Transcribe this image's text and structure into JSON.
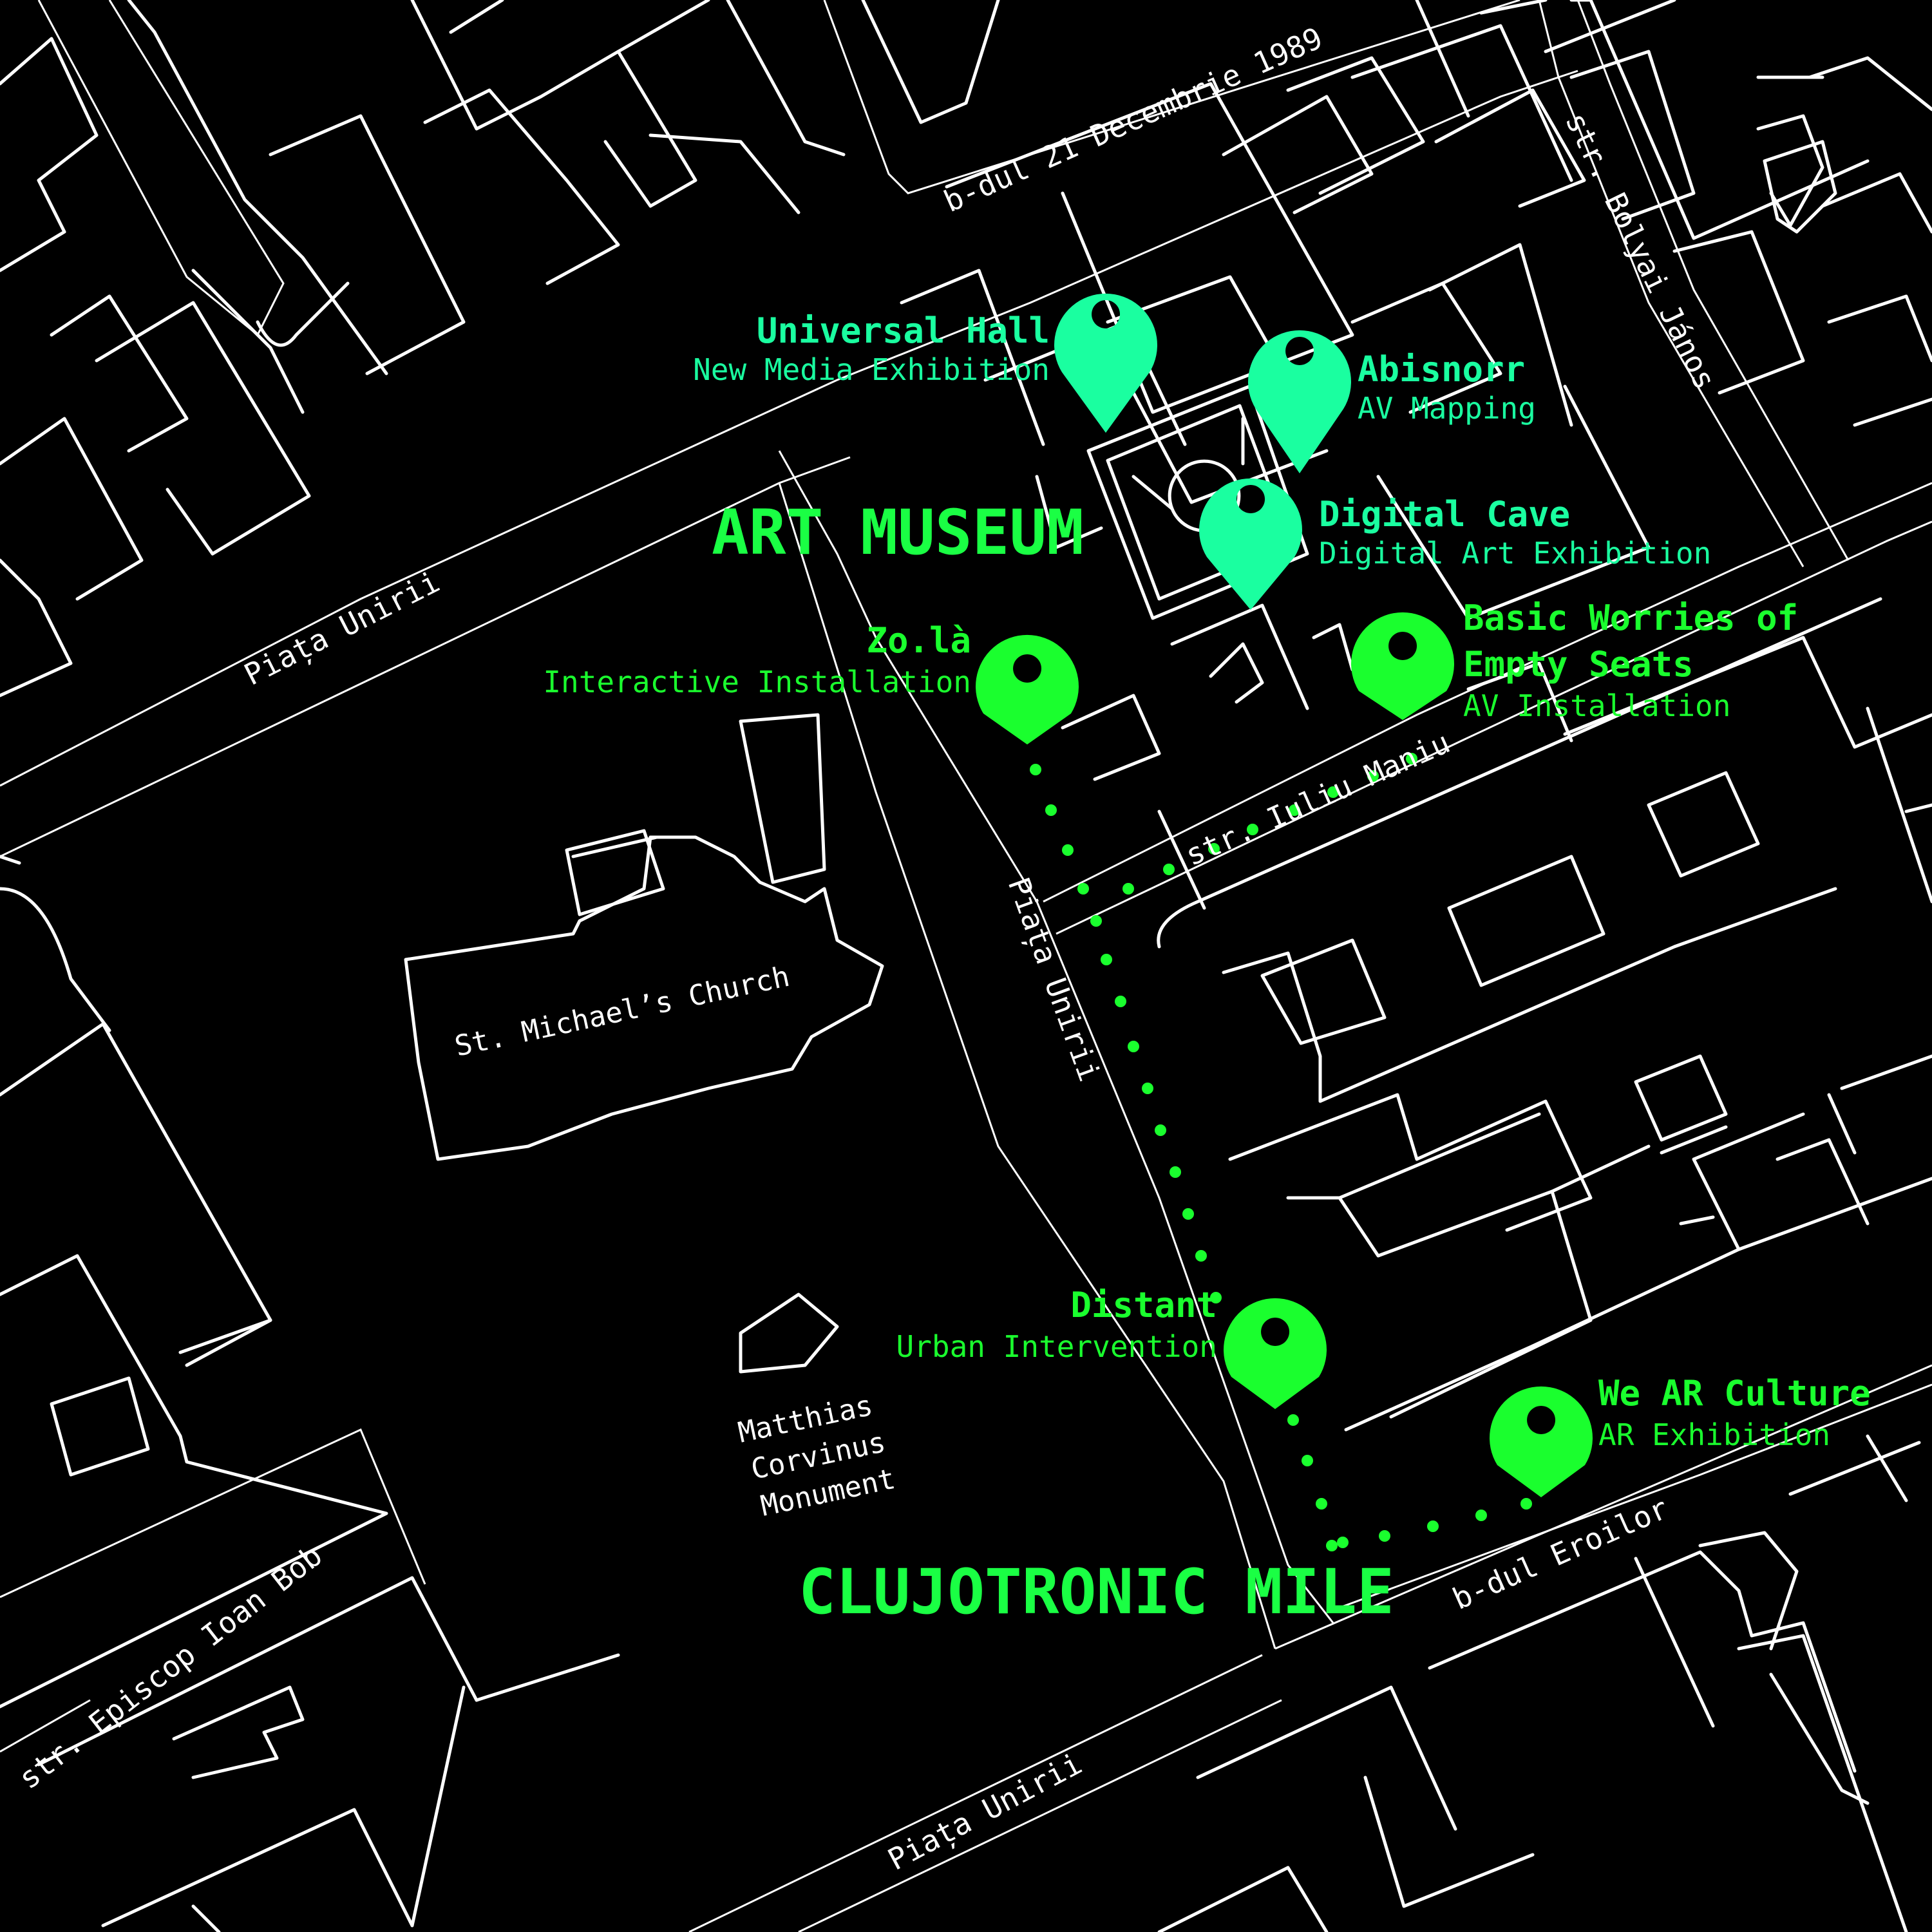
{
  "colors": {
    "background": "#000000",
    "lines": "#ffffff",
    "accent_green": "#1aff2e",
    "accent_mint": "#1affa0"
  },
  "streets": {
    "bdul_21_decembrie": "b-dul 21 Decembrie 1989",
    "bolyai": "str. Bolyai János",
    "piata_unirii_nw": "Piața Unirii",
    "piata_unirii_east": "Piața Unirii",
    "piata_unirii_south": "Piața Unirii",
    "iuliu_maniu": "str. Iuliu Maniu",
    "eroilor": "b-dul Eroilor",
    "episcop": "str. Episcop Ioan Bob"
  },
  "landmarks": {
    "church": "St. Michael’s Church",
    "monument": [
      "Matthias",
      "Corvinus",
      "Monument"
    ]
  },
  "areas": {
    "art_museum": "ART MUSEUM",
    "clujotronic": "CLUJOTRONIC MILE"
  },
  "pins": [
    {
      "id": "universal-hall",
      "title": "Universal Hall",
      "subtitle": "New Media Exhibition",
      "color": "#1affa0",
      "icon": "map-pin-icon"
    },
    {
      "id": "abisnorr",
      "title": "Abisnorr",
      "subtitle": "AV Mapping",
      "color": "#1affa0",
      "icon": "map-pin-icon"
    },
    {
      "id": "digital-cave",
      "title": "Digital Cave",
      "subtitle": "Digital Art Exhibition",
      "color": "#1affa0",
      "icon": "map-pin-icon"
    },
    {
      "id": "zola",
      "title": "Zo.là",
      "subtitle": "Interactive Installation",
      "color": "#1aff2e",
      "icon": "map-pin-icon"
    },
    {
      "id": "basic-worries",
      "title": "Basic Worries of",
      "title2": "Empty Seats",
      "subtitle": "AV Installation",
      "color": "#1aff2e",
      "icon": "map-pin-icon"
    },
    {
      "id": "distant",
      "title": "Distant",
      "subtitle": "Urban Intervention",
      "color": "#1aff2e",
      "icon": "map-pin-icon"
    },
    {
      "id": "we-ar-culture",
      "title": "We AR Culture",
      "subtitle": "AR Exhibition",
      "color": "#1aff2e",
      "icon": "map-pin-icon"
    }
  ]
}
